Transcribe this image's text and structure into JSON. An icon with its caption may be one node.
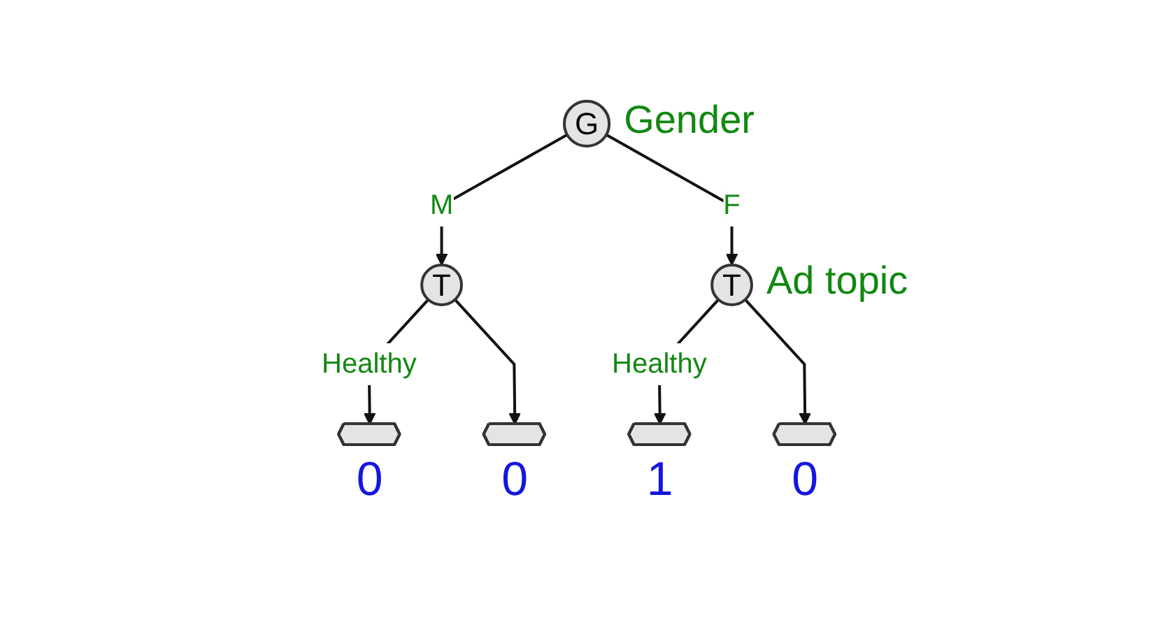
{
  "diagram": {
    "nodes": [
      {
        "text": [
          "G"
        ],
        "beside": [
          "Gender"
        ]
      },
      {
        "text": [
          "T"
        ]
      },
      {
        "text": [
          "T"
        ],
        "beside": [
          "Ad topic"
        ]
      },
      {
        "text": [],
        "shape": "hexagon",
        "beside": [
          "0"
        ]
      },
      {
        "text": [],
        "shape": "hexagon",
        "beside": [
          "0"
        ]
      },
      {
        "text": [],
        "shape": "hexagon",
        "beside": [
          "1"
        ]
      },
      {
        "text": [],
        "shape": "hexagon",
        "beside": [
          "0"
        ]
      }
    ],
    "edges": [
      {
        "from": 0,
        "to": 1,
        "arrow": "to",
        "label": "M"
      },
      {
        "from": 0,
        "to": 2,
        "arrow": "to",
        "label": "F"
      },
      {
        "from": 1,
        "to": 3,
        "arrow": "to",
        "label": "Healthy"
      },
      {
        "from": 1,
        "to": 4,
        "arrow": "to"
      },
      {
        "from": 2,
        "to": 5,
        "arrow": "to",
        "label": "Healthy"
      },
      {
        "from": 2,
        "to": 6,
        "arrow": "to"
      }
    ]
  }
}
